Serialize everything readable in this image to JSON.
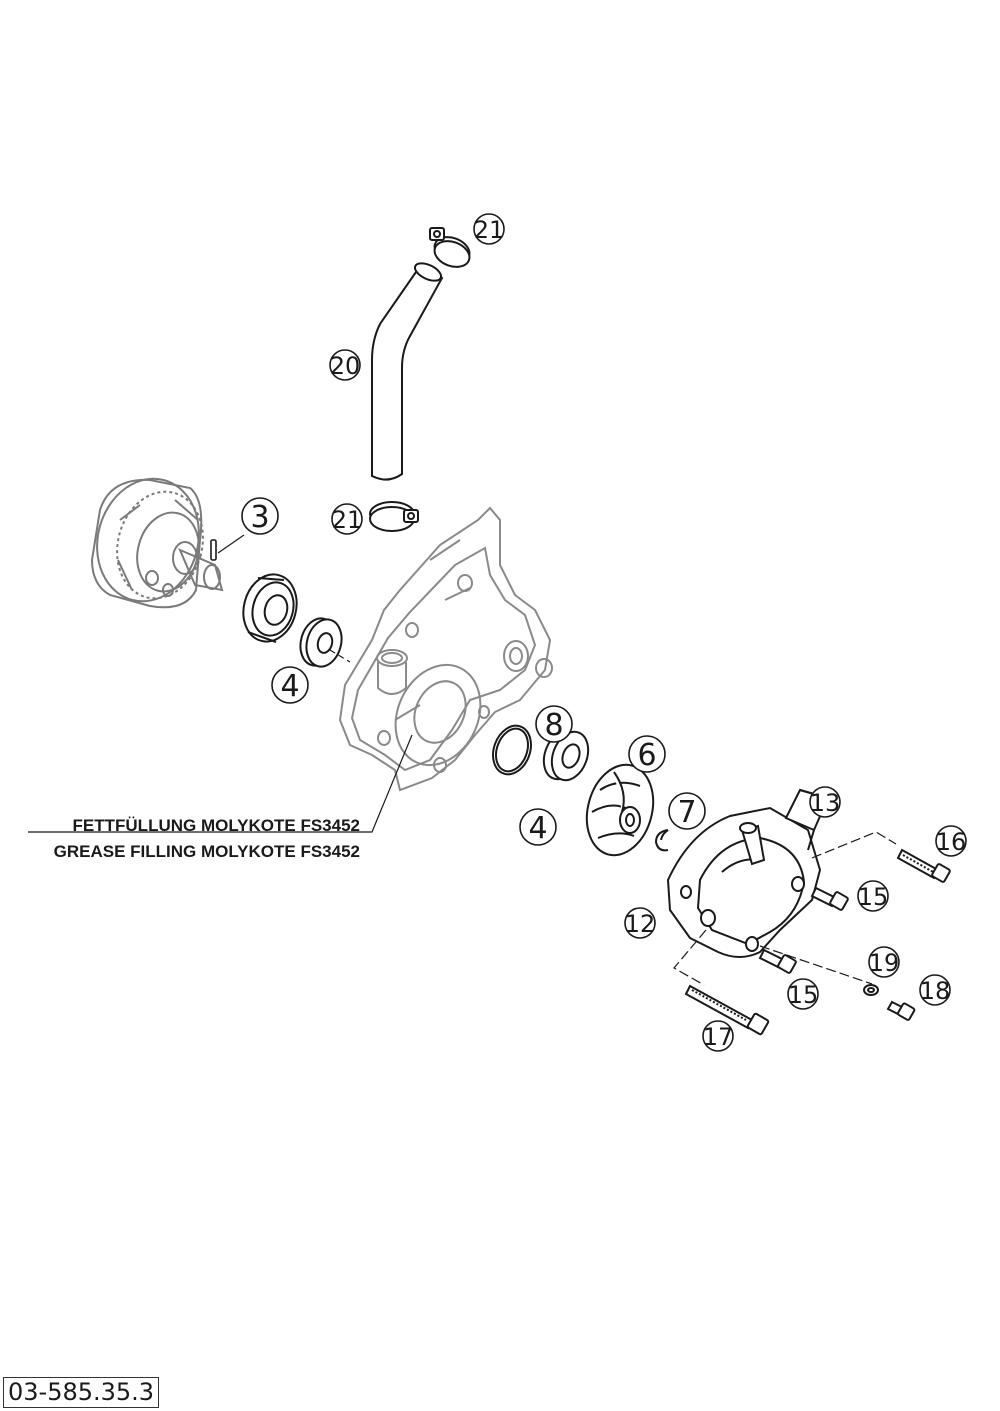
{
  "callouts": {
    "c3": "3",
    "c4a": "4",
    "c4b": "4",
    "c6": "6",
    "c7": "7",
    "c8": "8",
    "c12": "12",
    "c13": "13",
    "c15a": "15",
    "c15b": "15",
    "c16": "16",
    "c17": "17",
    "c18": "18",
    "c19": "19",
    "c20": "20",
    "c21a": "21",
    "c21b": "21"
  },
  "notes": {
    "de": "FETTFÜLLUNG MOLYKOTE FS3452",
    "en": "GREASE FILLING MOLYKOTE FS3452"
  },
  "doc_number": "03-585.35.3",
  "colors": {
    "ink": "#1a1a1a",
    "ghost": "#888888"
  }
}
